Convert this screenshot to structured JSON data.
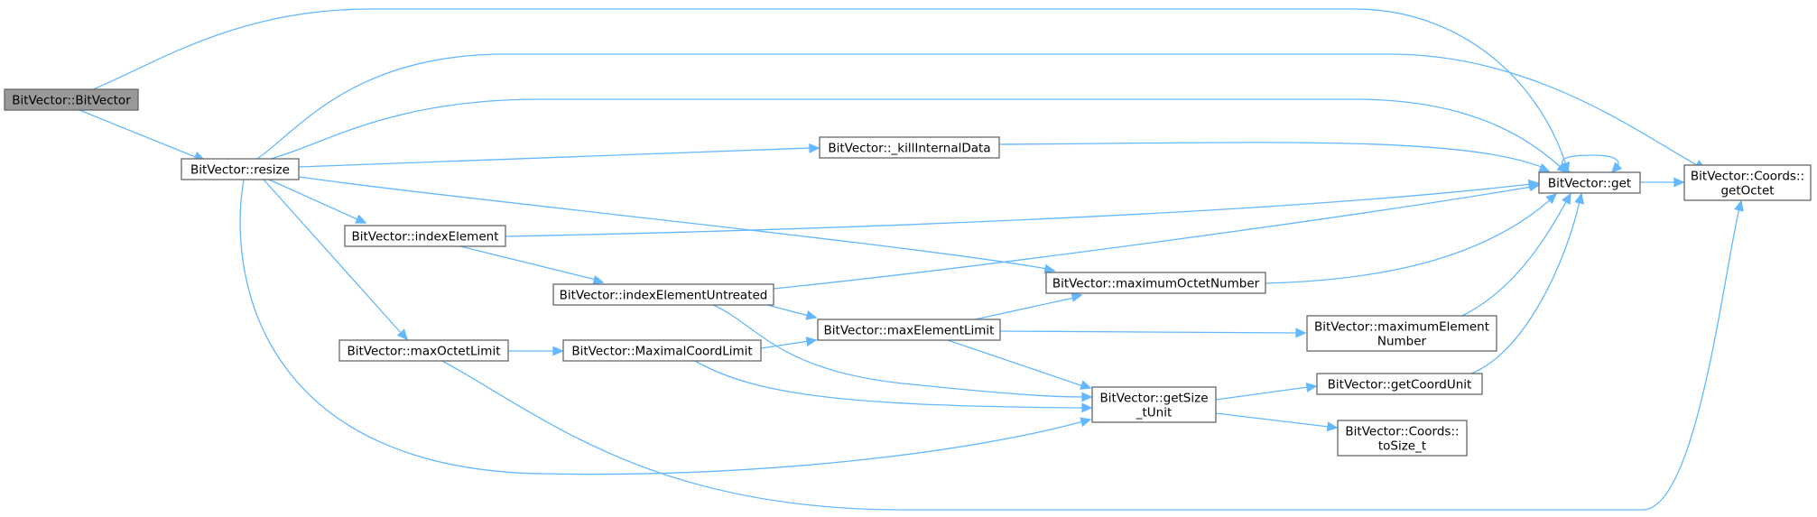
{
  "nodes": {
    "bitvector": {
      "lines": [
        "BitVector::BitVector"
      ],
      "root": true
    },
    "resize": {
      "lines": [
        "BitVector::resize"
      ]
    },
    "kill": {
      "lines": [
        "BitVector::_killInternalData"
      ]
    },
    "get": {
      "lines": [
        "BitVector::get"
      ]
    },
    "coords_getoctet": {
      "lines": [
        "BitVector::Coords::",
        "getOctet"
      ]
    },
    "indexelement": {
      "lines": [
        "BitVector::indexElement"
      ]
    },
    "indexuntreated": {
      "lines": [
        "BitVector::indexElementUntreated"
      ]
    },
    "maxoctetnumber": {
      "lines": [
        "BitVector::maximumOctetNumber"
      ]
    },
    "maxelementlimit": {
      "lines": [
        "BitVector::maxElementLimit"
      ]
    },
    "maxelementnumber": {
      "lines": [
        "BitVector::maximumElement",
        "Number"
      ]
    },
    "maxoctetlimit": {
      "lines": [
        "BitVector::maxOctetLimit"
      ]
    },
    "maximalcoordlimit": {
      "lines": [
        "BitVector::MaximalCoordLimit"
      ]
    },
    "getsize": {
      "lines": [
        "BitVector::getSize",
        "_tUnit"
      ]
    },
    "getcoordunit": {
      "lines": [
        "BitVector::getCoordUnit"
      ]
    },
    "tosize": {
      "lines": [
        "BitVector::Coords::",
        "toSize_t"
      ]
    }
  },
  "edges": [
    [
      "bitvector",
      "get"
    ],
    [
      "bitvector",
      "resize"
    ],
    [
      "resize",
      "coords_getoctet"
    ],
    [
      "resize",
      "get"
    ],
    [
      "resize",
      "kill"
    ],
    [
      "resize",
      "indexelement"
    ],
    [
      "resize",
      "maxoctetnumber"
    ],
    [
      "resize",
      "maxoctetlimit"
    ],
    [
      "resize",
      "getsize"
    ],
    [
      "kill",
      "get"
    ],
    [
      "get",
      "get"
    ],
    [
      "get",
      "coords_getoctet"
    ],
    [
      "indexelement",
      "get"
    ],
    [
      "indexelement",
      "indexuntreated"
    ],
    [
      "indexuntreated",
      "get"
    ],
    [
      "indexuntreated",
      "maxelementlimit"
    ],
    [
      "indexuntreated",
      "getsize"
    ],
    [
      "maxoctetnumber",
      "get"
    ],
    [
      "maxelementlimit",
      "maxoctetnumber"
    ],
    [
      "maxelementlimit",
      "maxelementnumber"
    ],
    [
      "maxelementlimit",
      "getsize"
    ],
    [
      "maxelementnumber",
      "get"
    ],
    [
      "maxoctetlimit",
      "maximalcoordlimit"
    ],
    [
      "maxoctetlimit",
      "coords_getoctet"
    ],
    [
      "maximalcoordlimit",
      "maxelementlimit"
    ],
    [
      "maximalcoordlimit",
      "getsize"
    ],
    [
      "getsize",
      "getcoordunit"
    ],
    [
      "getsize",
      "tosize"
    ],
    [
      "getcoordunit",
      "get"
    ]
  ],
  "colors": {
    "edge": "#63b8ff",
    "node_border": "#666666",
    "root_fill": "#999999",
    "node_fill": "#ffffff"
  }
}
